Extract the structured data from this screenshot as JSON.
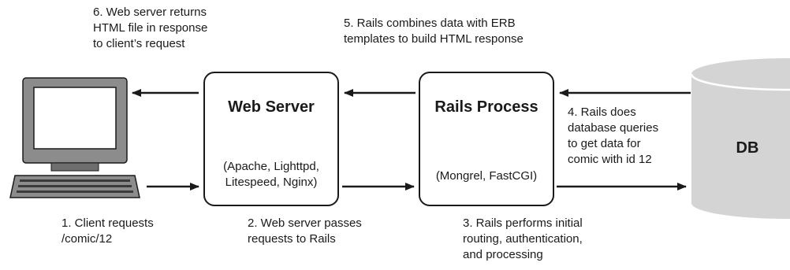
{
  "steps": {
    "s1": "1. Client requests\n/comic/12",
    "s2": "2. Web server passes\nrequests to Rails",
    "s3": "3. Rails performs initial\nrouting, authentication,\nand processing",
    "s4": "4. Rails does\ndatabase queries\nto get data for\ncomic with id 12",
    "s5": "5. Rails combines data with ERB\ntemplates to build HTML response",
    "s6": "6. Web server returns\nHTML file in response\nto client’s request"
  },
  "web_server": {
    "title": "Web Server",
    "subtitle": "(Apache, Lighttpd,\nLitespeed, Nginx)"
  },
  "rails_process": {
    "title": "Rails Process",
    "subtitle": "(Mongrel, FastCGI)"
  },
  "db": {
    "label": "DB",
    "icon": "database-cylinder-icon"
  },
  "client": {
    "icon": "computer-terminal-icon"
  },
  "colors": {
    "line": "#1a1a1a",
    "db_fill": "#d4d4d4",
    "monitor_fill": "#8c8c8c",
    "screen_fill": "#ffffff"
  }
}
